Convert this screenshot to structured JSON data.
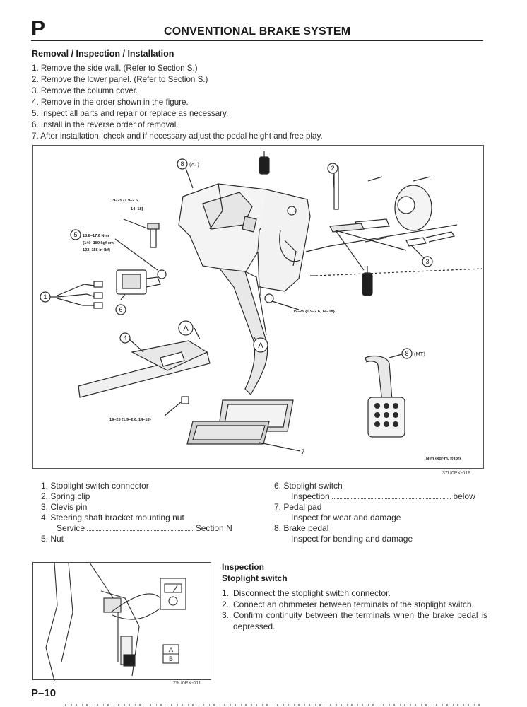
{
  "header": {
    "section_letter": "P",
    "title": "CONVENTIONAL BRAKE SYSTEM"
  },
  "removal": {
    "heading": "Removal / Inspection / Installation",
    "steps": [
      "1. Remove the side wall. (Refer to Section S.)",
      "2. Remove the lower panel. (Refer to Section S.)",
      "3. Remove the column cover.",
      "4. Remove in the order shown in the figure.",
      "5. Inspect all parts and repair or replace as necessary.",
      "6. Install in the reverse order of removal.",
      "7. After installation, check and if necessary adjust the pedal height and free play."
    ]
  },
  "figure": {
    "callouts": {
      "n1": "1",
      "n2": "2",
      "n3": "3",
      "n4": "4",
      "n5": "5",
      "n6": "6",
      "n7": "7",
      "n8at": "8",
      "at": "(AT)",
      "n8mt": "8",
      "mt": "(MT)",
      "a1": "A",
      "a2": "A"
    },
    "torques": {
      "t1_line1": "19–25 {1.9–2.5,",
      "t1_line2": "14–18}",
      "t2_line1": "13.8–17.6 N·m",
      "t2_line2": "{140–180 kgf·cm,",
      "t2_line3": "122–156 in·lbf}",
      "t3": "19–25 {1.9–2.6, 14–18}",
      "t4": "19–25 {1.9–2.6, 14–18}"
    },
    "units_note": "N·m {kgf·m, ft·lbf}",
    "ref_code": "37U0PX-018"
  },
  "legend": {
    "left": [
      {
        "line": "1. Stoplight switch connector"
      },
      {
        "line": "2. Spring clip"
      },
      {
        "line": "3. Clevis pin"
      },
      {
        "line": "4. Steering shaft bracket mounting nut"
      },
      {
        "sub_label": "Service",
        "sub_ref": "Section N"
      },
      {
        "line": "5. Nut"
      }
    ],
    "right": [
      {
        "line": "6. Stoplight switch"
      },
      {
        "sub_label": "Inspection",
        "sub_ref": "below"
      },
      {
        "line": "7. Pedal pad"
      },
      {
        "sub": "Inspect for wear and damage"
      },
      {
        "line": "8. Brake pedal"
      },
      {
        "sub": "Inspect for bending and damage"
      }
    ]
  },
  "inspection": {
    "heading": "Inspection",
    "subheading": "Stoplight switch",
    "steps": [
      {
        "num": "1.",
        "text": "Disconnect the stoplight switch connector."
      },
      {
        "num": "2.",
        "text": "Connect an ohmmeter between terminals of the stoplight switch."
      },
      {
        "num": "3.",
        "text": "Confirm continuity between the terminals when the brake pedal is depressed."
      }
    ]
  },
  "small_figure": {
    "label_a": "A",
    "label_b": "B",
    "ref_code": "79U0PX-011"
  },
  "footer": {
    "page_number": "P–10"
  }
}
